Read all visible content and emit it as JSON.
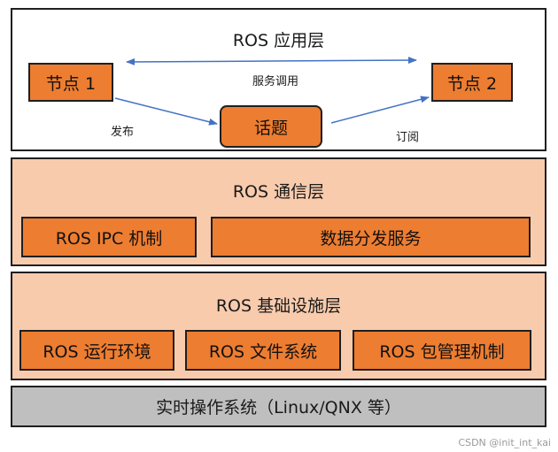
{
  "colors": {
    "app_layer_bg": "#ffffff",
    "comm_layer_bg": "#f8cbad",
    "infra_layer_bg": "#f8cbad",
    "os_layer_bg": "#bfbfbf",
    "box_fill": "#ed7d31",
    "arrow": "#4472c4",
    "border": "#1f1f1f"
  },
  "app_layer": {
    "title": "ROS 应用层",
    "node1": "节点 1",
    "node2": "节点 2",
    "topic": "话题",
    "service_label": "服务调用",
    "publish_label": "发布",
    "subscribe_label": "订阅"
  },
  "comm_layer": {
    "title": "ROS 通信层",
    "ipc": "ROS IPC 机制",
    "dds": "数据分发服务"
  },
  "infra_layer": {
    "title": "ROS 基础设施层",
    "runtime": "ROS 运行环境",
    "filesystem": "ROS 文件系统",
    "package_mgmt": "ROS 包管理机制"
  },
  "os_layer": {
    "title": "实时操作系统（Linux/QNX 等）"
  },
  "watermark": "CSDN @init_int_kai"
}
